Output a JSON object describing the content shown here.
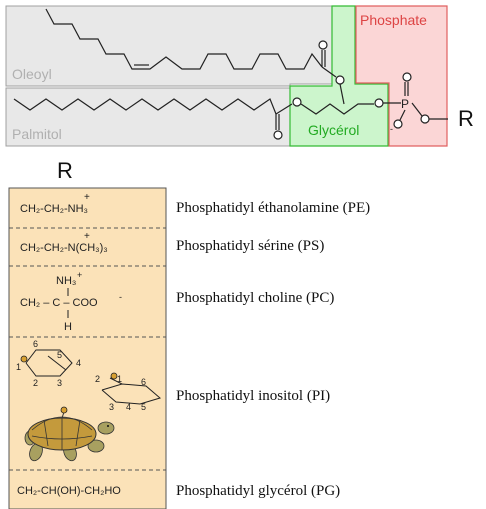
{
  "regions": {
    "oleoyl": "Oleoyl",
    "palmitol": "Palmitol",
    "glycerol": "Glycérol",
    "phosphate": "Phosphate"
  },
  "atoms": {
    "o": "O",
    "p": "P",
    "r": "R"
  },
  "r_heading": "R",
  "groups": [
    {
      "formula": "CH₂-CH₂-NH₃",
      "charge": "+",
      "name": "Phosphatidyl éthanolamine (PE)"
    },
    {
      "formula": "CH₂-CH₂-N(CH₃)₃",
      "charge": "+",
      "name": "Phosphatidyl sérine (PS)"
    },
    {
      "formula": {
        "top": "NH₃",
        "top_charge": "+",
        "middle": "CH₂ – C – COO",
        "middle_charge": "-",
        "bottom": "H"
      },
      "name": "Phosphatidyl choline (PC)"
    },
    {
      "formula": {
        "ring_a": [
          "6",
          "5",
          "4",
          "1",
          "2",
          "3"
        ],
        "ring_b": [
          "2",
          "1",
          "6",
          "3",
          "4",
          "5"
        ]
      },
      "name": "Phosphatidyl inositol (PI)"
    },
    {
      "formula": "CH₂-CH(OH)-CH₂HO",
      "name": "Phosphatidyl glycérol (PG)"
    }
  ],
  "colors": {
    "lipid_fill": "#e8e8e8",
    "lipid_stroke": "#a0a0a0",
    "glycerol_fill": "#ccf5cc",
    "glycerol_stroke": "#33bb33",
    "phosphate_fill": "#fbd6d6",
    "phosphate_stroke": "#e06060",
    "table_fill": "#fbe2b8",
    "table_stroke": "#555555",
    "bond": "#222222"
  }
}
